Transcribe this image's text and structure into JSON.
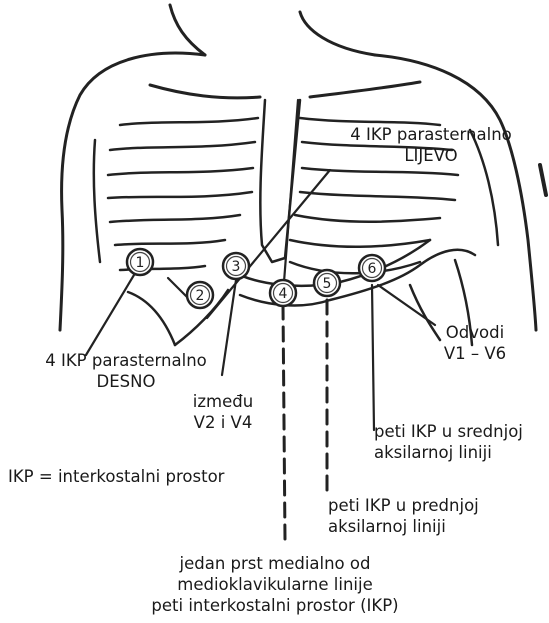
{
  "electrodes": [
    "1",
    "2",
    "3",
    "4",
    "5",
    "6"
  ],
  "labels": {
    "lijevo_line1": "4 IKP parasternalno",
    "lijevo_line2": "LIJEVO",
    "desno_line1": "4 IKP parasternalno",
    "desno_line2": "DESNO",
    "odvodi_line1": "Odvodi",
    "odvodi_line2": "V1 – V6",
    "izmedju_line1": "između",
    "izmedju_line2": "V2 i V4",
    "srednja_line1": "peti IKP u srednjoj",
    "srednja_line2": "aksilarnoj liniji",
    "ikp_def": "IKP = interkostalni prostor",
    "prednja_line1": "peti IKP u prednjoj",
    "prednja_line2": "aksilarnoj liniji",
    "bottom_line1": "jedan prst medialno od",
    "bottom_line2": "medioklavikularne linije",
    "bottom_line3": "peti interkostalni prostor (IKP)"
  }
}
